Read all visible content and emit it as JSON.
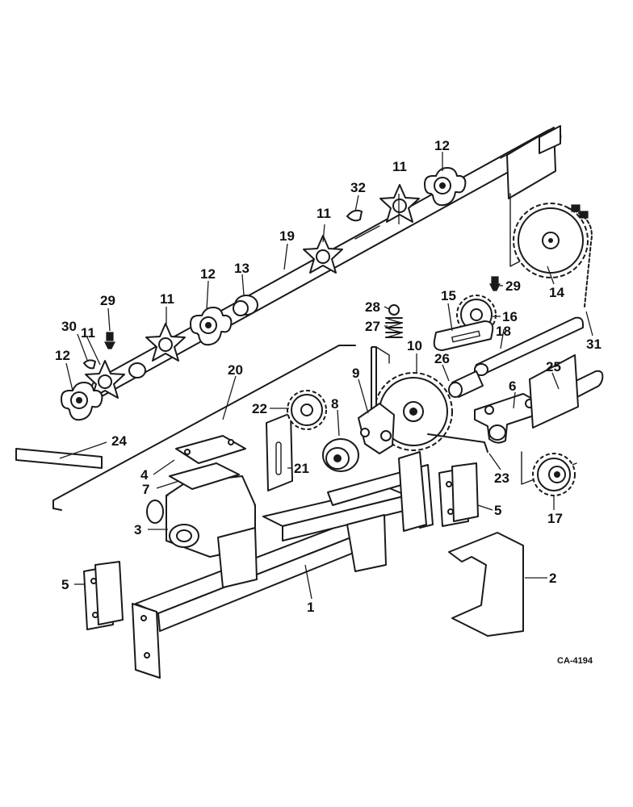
{
  "drawing_code": "CA-4194",
  "callouts": [
    {
      "id": "c1",
      "label": "1"
    },
    {
      "id": "c2",
      "label": "2"
    },
    {
      "id": "c3",
      "label": "3"
    },
    {
      "id": "c4",
      "label": "4"
    },
    {
      "id": "c5a",
      "label": "5"
    },
    {
      "id": "c5b",
      "label": "5"
    },
    {
      "id": "c6",
      "label": "6"
    },
    {
      "id": "c7",
      "label": "7"
    },
    {
      "id": "c8",
      "label": "8"
    },
    {
      "id": "c9",
      "label": "9"
    },
    {
      "id": "c10",
      "label": "10"
    },
    {
      "id": "c11a",
      "label": "11"
    },
    {
      "id": "c11b",
      "label": "11"
    },
    {
      "id": "c11c",
      "label": "11"
    },
    {
      "id": "c11d",
      "label": "11"
    },
    {
      "id": "c12a",
      "label": "12"
    },
    {
      "id": "c12b",
      "label": "12"
    },
    {
      "id": "c12c",
      "label": "12"
    },
    {
      "id": "c13",
      "label": "13"
    },
    {
      "id": "c14",
      "label": "14"
    },
    {
      "id": "c15",
      "label": "15"
    },
    {
      "id": "c16",
      "label": "16"
    },
    {
      "id": "c17",
      "label": "17"
    },
    {
      "id": "c18",
      "label": "18"
    },
    {
      "id": "c19",
      "label": "19"
    },
    {
      "id": "c20",
      "label": "20"
    },
    {
      "id": "c21",
      "label": "21"
    },
    {
      "id": "c22",
      "label": "22"
    },
    {
      "id": "c23",
      "label": "23"
    },
    {
      "id": "c24",
      "label": "24"
    },
    {
      "id": "c25",
      "label": "25"
    },
    {
      "id": "c26",
      "label": "26"
    },
    {
      "id": "c27",
      "label": "27"
    },
    {
      "id": "c28",
      "label": "28"
    },
    {
      "id": "c29a",
      "label": "29"
    },
    {
      "id": "c29b",
      "label": "29"
    },
    {
      "id": "c30",
      "label": "30"
    },
    {
      "id": "c31",
      "label": "31"
    },
    {
      "id": "c32",
      "label": "32"
    }
  ]
}
